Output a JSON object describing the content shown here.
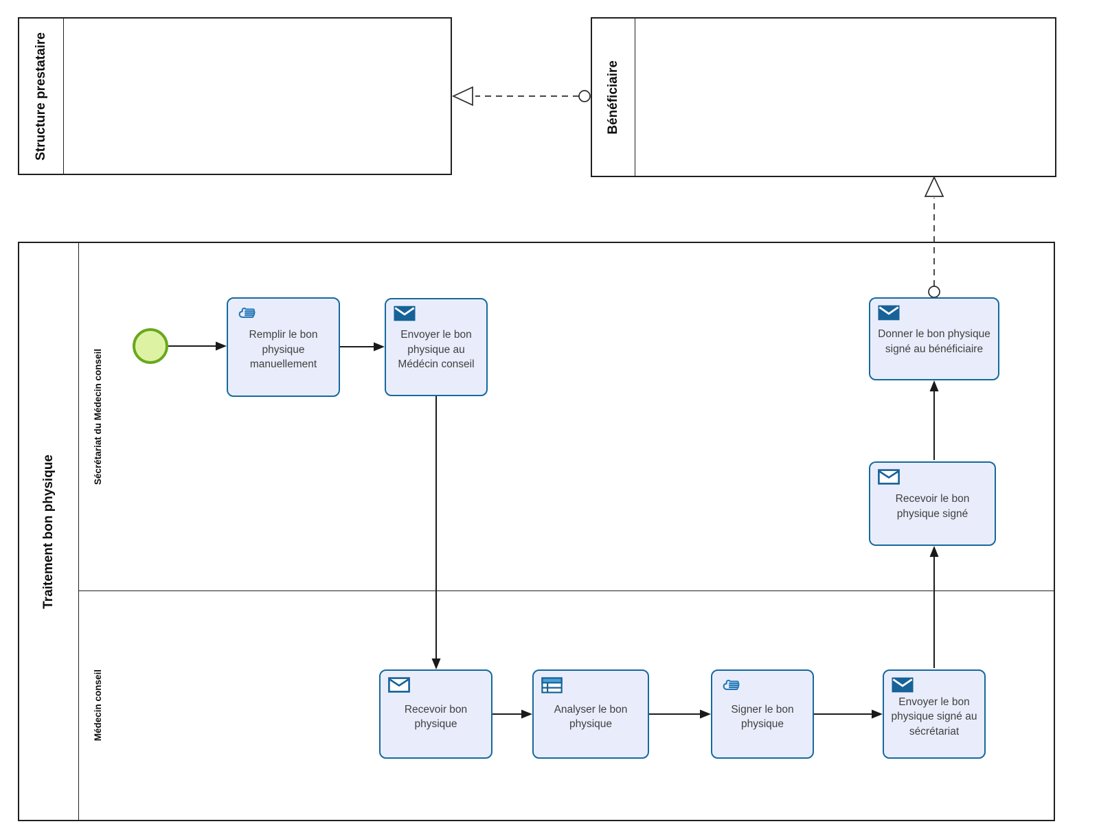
{
  "pools": {
    "structure_prestataire": {
      "label": "Structure prestataire"
    },
    "beneficiaire": {
      "label": "Bénéficiaire"
    },
    "traitement_bon_physique": {
      "label": "Traitement bon physique",
      "lanes": {
        "secretariat": {
          "label": "Sécrétariat du Médecin conseil"
        },
        "medecin_conseil": {
          "label": "Médecin conseil"
        }
      }
    }
  },
  "events": {
    "start": {
      "type": "start-event"
    }
  },
  "tasks": {
    "remplir": {
      "label": "Remplir le bon physique manuellement",
      "type": "manual-task",
      "icon": "hand-icon"
    },
    "envoyer_medecin": {
      "label": "Envoyer le bon physique au Médécin conseil",
      "type": "send-task",
      "icon": "filled-envelope-icon"
    },
    "donner": {
      "label": "Donner le bon physique signé au bénéficiaire",
      "type": "send-task",
      "icon": "filled-envelope-icon"
    },
    "recevoir_signe": {
      "label": "Recevoir le bon physique signé",
      "type": "receive-task",
      "icon": "outlined-envelope-icon"
    },
    "recevoir_bon": {
      "label": "Recevoir bon physique",
      "type": "receive-task",
      "icon": "outlined-envelope-icon"
    },
    "analyser": {
      "label": "Analyser le bon physique",
      "type": "business-rule-task",
      "icon": "table-icon"
    },
    "signer": {
      "label": "Signer le bon physique",
      "type": "manual-task",
      "icon": "hand-icon"
    },
    "envoyer_secretariat": {
      "label": "Envoyer le bon physique signé au sécrétariat",
      "type": "send-task",
      "icon": "filled-envelope-icon"
    }
  },
  "sequence_flows": [
    {
      "from": "start",
      "to": "remplir"
    },
    {
      "from": "remplir",
      "to": "envoyer_medecin"
    },
    {
      "from": "envoyer_medecin",
      "to": "recevoir_bon"
    },
    {
      "from": "recevoir_bon",
      "to": "analyser"
    },
    {
      "from": "analyser",
      "to": "signer"
    },
    {
      "from": "signer",
      "to": "envoyer_secretariat"
    },
    {
      "from": "envoyer_secretariat",
      "to": "recevoir_signe"
    },
    {
      "from": "recevoir_signe",
      "to": "donner"
    }
  ],
  "message_flows": [
    {
      "from": "beneficiaire",
      "to": "structure_prestataire"
    },
    {
      "from": "donner",
      "to": "beneficiaire"
    }
  ],
  "colors": {
    "task_fill": "#e9edfb",
    "task_border": "#15699b",
    "start_event_fill": "#ddf3a3",
    "start_event_border": "#69a81e",
    "icon_blue": "#2277b5",
    "icon_dark_blue": "#176298",
    "icon_header_blue": "#4aa0d8",
    "flow_line": "#1a1a1a"
  }
}
